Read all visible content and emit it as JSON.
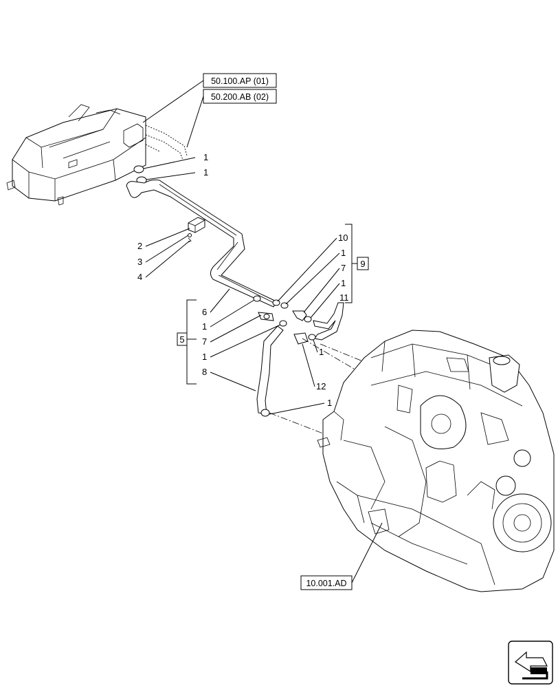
{
  "references": {
    "top_ref_1": "50.100.AP (01)",
    "top_ref_2": "50.200.AB (02)",
    "engine_ref": "10.001.AD"
  },
  "group_labels": {
    "group_5": "5",
    "group_9": "9"
  },
  "callouts": {
    "c1a": "1",
    "c1b": "1",
    "c2": "2",
    "c3": "3",
    "c4": "4",
    "c10": "10",
    "c1c": "1",
    "c7a": "7",
    "c1d": "1",
    "c11": "11",
    "c6": "6",
    "c1e": "1",
    "c7b": "7",
    "c1f": "1",
    "c8": "8",
    "c1g": "1",
    "c12": "12",
    "c1h": "1"
  },
  "nav_icon": "page-arrow-icon"
}
